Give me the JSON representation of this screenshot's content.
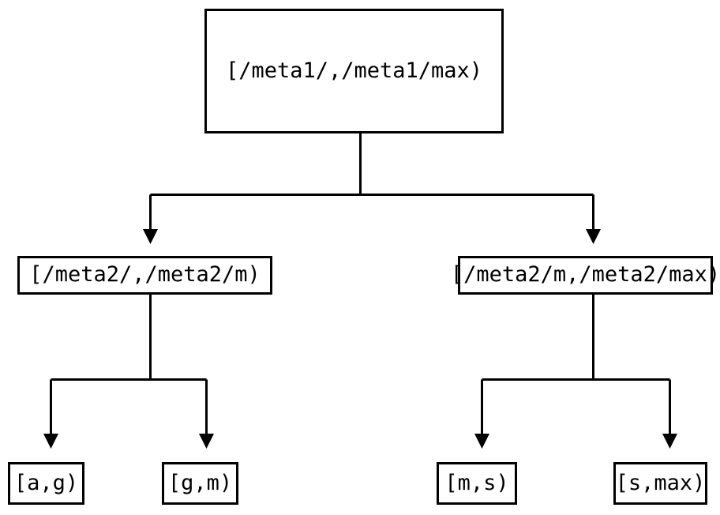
{
  "diagram": {
    "type": "tree",
    "title": "",
    "background_color": "#ffffff",
    "stroke_color": "#000000",
    "text_color": "#000000",
    "levels": 3,
    "nodes": {
      "root": {
        "label": "[/meta1/,/meta1/max)",
        "level": 0
      },
      "level2_left": {
        "label": "[/meta2/,/meta2/m)",
        "level": 1
      },
      "level2_right": {
        "label": "[/meta2/m,/meta2/max)",
        "level": 1
      },
      "leaf_a_g": {
        "label": "[a,g)",
        "level": 2
      },
      "leaf_g_m": {
        "label": "[g,m)",
        "level": 2
      },
      "leaf_m_s": {
        "label": "[m,s)",
        "level": 2
      },
      "leaf_s_max": {
        "label": "[s,max)",
        "level": 2
      }
    }
  }
}
